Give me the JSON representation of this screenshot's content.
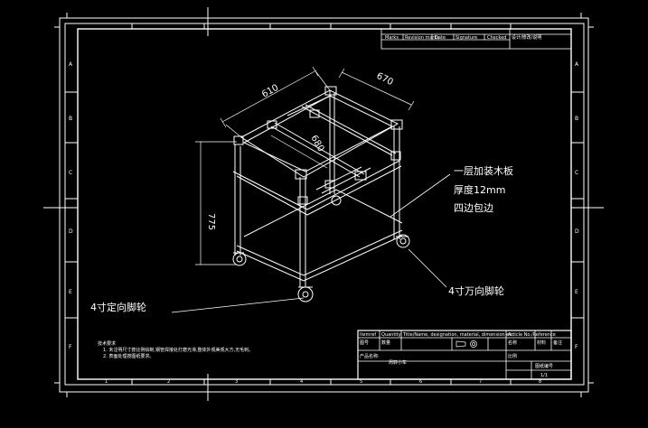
{
  "frame": {
    "row_labels": [
      "A",
      "B",
      "C",
      "D",
      "E",
      "F"
    ],
    "col_labels_bottom": [
      "1",
      "2",
      "3",
      "4",
      "5",
      "6",
      "7",
      "8"
    ]
  },
  "revision_block": {
    "headers": [
      "Marks",
      "Revision marks",
      "Date",
      "Signature",
      "Checked",
      "设计/修改/说明"
    ]
  },
  "dimensions": {
    "width_left": "610",
    "width_right": "670",
    "inner_depth": "680",
    "height": "775"
  },
  "callouts": {
    "board_line1": "一层加装木板",
    "board_line2": "厚度12mm",
    "board_line3": "四边包边",
    "swivel_caster": "4寸万向脚轮",
    "fixed_caster": "4寸定向脚轮"
  },
  "notes": {
    "title": "技术要求",
    "line1": "1. 未注明尺寸按比例绘制,钢管焊接处打磨光滑,整体外观美观大方,无毛刺。",
    "line2": "2. 表面处理按图纸要求。"
  },
  "title_block": {
    "header_cells": [
      "Itemref",
      "Quantity",
      "Title/Name, designation, material, dimension etc",
      "Article No./Reference"
    ],
    "mid_cells": [
      "图号",
      "数量",
      "名称",
      "材料",
      "备注"
    ],
    "project_label": "产品名称:",
    "project_name": "周转小车",
    "scale_label": "比例",
    "sheet_label": "图纸编号",
    "sheet_value": "1/1"
  },
  "colors": {
    "background": "#000000",
    "lines": "#ffffff"
  }
}
